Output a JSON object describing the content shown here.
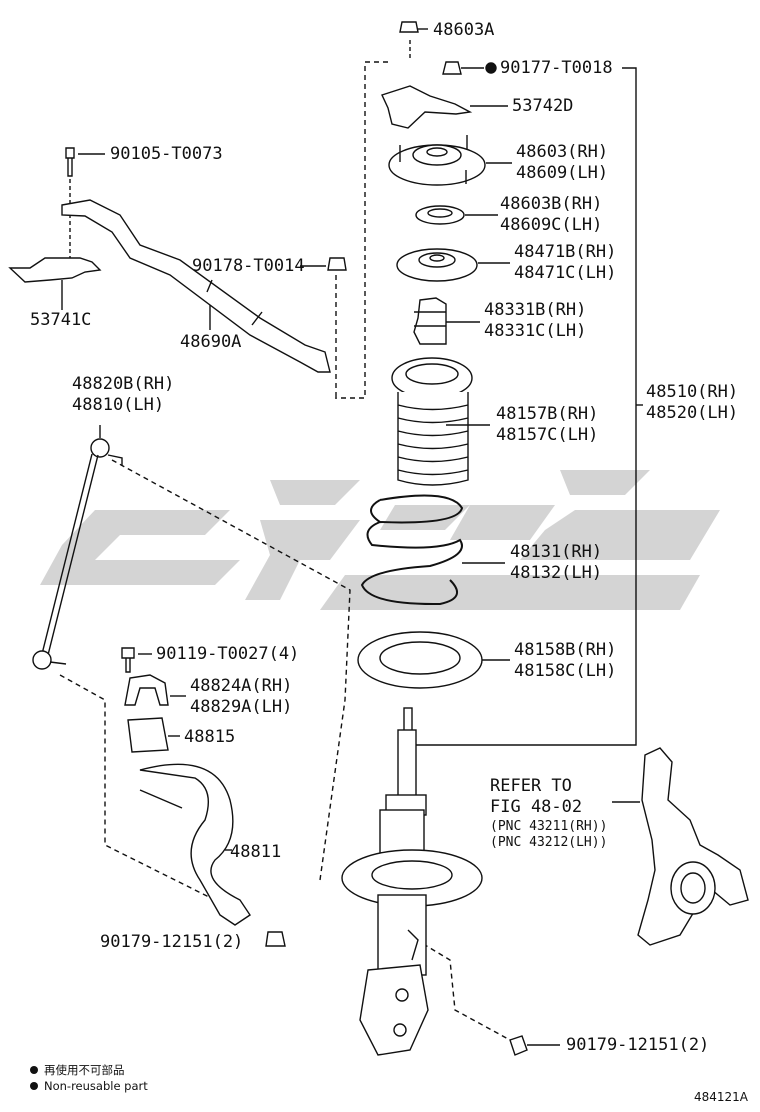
{
  "labels": {
    "p48603A": "48603A",
    "p90177": "90177-T0018",
    "p53742D": "53742D",
    "p48603_rh": "48603(RH)",
    "p48609_lh": "48609(LH)",
    "p48603B_rh": "48603B(RH)",
    "p48609C_lh": "48609C(LH)",
    "p48471B_rh": "48471B(RH)",
    "p48471C_lh": "48471C(LH)",
    "p48331B_rh": "48331B(RH)",
    "p48331C_lh": "48331C(LH)",
    "p48510_rh": "48510(RH)",
    "p48520_lh": "48520(LH)",
    "p48157B_rh": "48157B(RH)",
    "p48157C_lh": "48157C(LH)",
    "p48131_rh": "48131(RH)",
    "p48132_lh": "48132(LH)",
    "p48158B_rh": "48158B(RH)",
    "p48158C_lh": "48158C(LH)",
    "p90105": "90105-T0073",
    "p90178": "90178-T0014",
    "p53741C": "53741C",
    "p48690A": "48690A",
    "p48820B_rh": "48820B(RH)",
    "p48810_lh": "48810(LH)",
    "p90119": "90119-T0027(4)",
    "p48824A_rh": "48824A(RH)",
    "p48829A_lh": "48829A(LH)",
    "p48815": "48815",
    "p48811": "48811",
    "p90179_a": "90179-12151(2)",
    "p90179_b": "90179-12151(2)",
    "refer1": "REFER TO",
    "refer2": "FIG 48-02",
    "pnc1": "(PNC 43211(RH))",
    "pnc2": "(PNC 43212(LH))"
  },
  "legend": {
    "line_cn": "再使用不可部品",
    "line_en": "Non-reusable part"
  },
  "figure_id": "484121A",
  "colors": {
    "ink": "#111111",
    "watermark": "#d4d4d4"
  }
}
